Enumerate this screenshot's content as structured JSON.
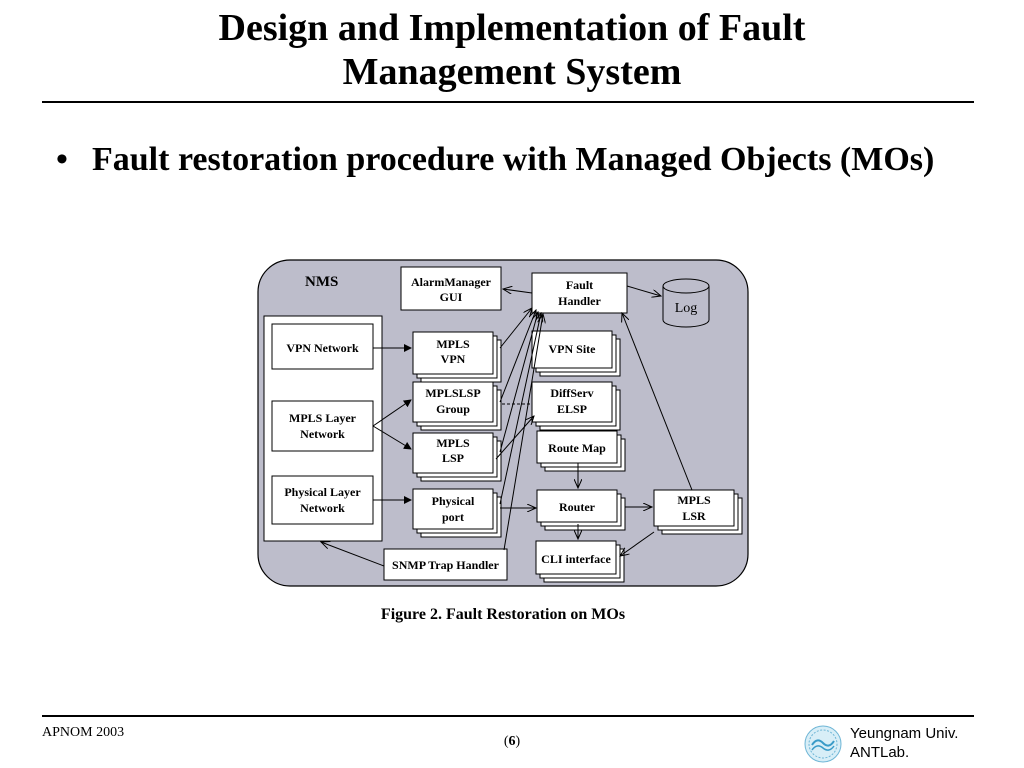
{
  "slide": {
    "title_line1": "Design and Implementation of Fault",
    "title_line2": "Management System",
    "bullet_marker": "•",
    "bullet_text": "Fault restoration procedure with Managed Objects (MOs)"
  },
  "diagram": {
    "nms_label": "NMS",
    "network_views": {
      "vpn_network": "VPN Network",
      "mpls_layer_network_1": "MPLS Layer",
      "mpls_layer_network_2": "Network",
      "physical_layer_network_1": "Physical Layer",
      "physical_layer_network_2": "Network"
    },
    "alarm_manager_1": "AlarmManager",
    "alarm_manager_2": "GUI",
    "fault_handler_1": "Fault",
    "fault_handler_2": "Handler",
    "log": "Log",
    "mpls_vpn_1": "MPLS",
    "mpls_vpn_2": "VPN",
    "mplslsp_group_1": "MPLSLSP",
    "mplslsp_group_2": "Group",
    "mpls_lsp_1": "MPLS",
    "mpls_lsp_2": "LSP",
    "physical_port_1": "Physical",
    "physical_port_2": "port",
    "vpn_site": "VPN Site",
    "diffserv_elsp_1": "DiffServ",
    "diffserv_elsp_2": "ELSP",
    "route_map": "Route Map",
    "router": "Router",
    "mpls_lsr_1": "MPLS",
    "mpls_lsr_2": "LSR",
    "cli_interface": "CLI interface",
    "snmp_trap_handler": "SNMP Trap Handler"
  },
  "caption": "Figure 2. Fault Restoration on MOs",
  "footer": {
    "left": "APNOM 2003",
    "page_open": "(",
    "page_number": "6",
    "page_close": ")",
    "org_line1": "Yeungnam Univ.",
    "org_line2": "ANTLab."
  },
  "colors": {
    "nms_background": "#bdbdcb",
    "line": "#000000",
    "box": "#ffffff"
  }
}
